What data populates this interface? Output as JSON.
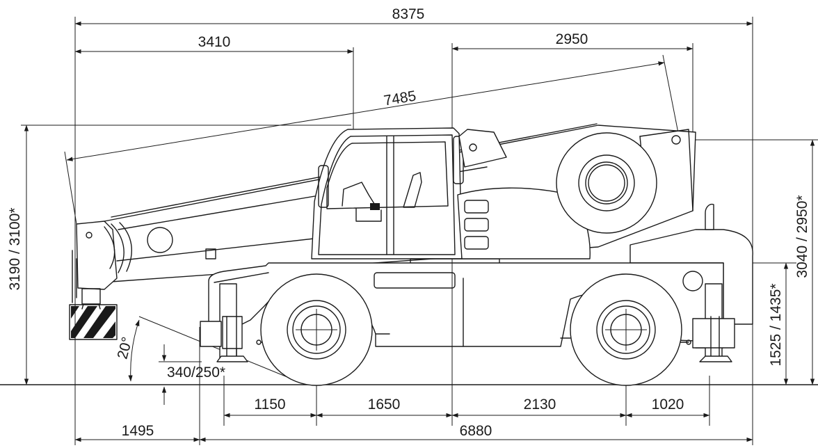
{
  "dimensions": {
    "overall_length": "8375",
    "front_to_boom_pivot": "3410",
    "rear_section": "2950",
    "boom_length": "7485",
    "height_boom": "3190 / 3100*",
    "height_head": "3040 / 2950*",
    "axle_height": "1525 / 1435*",
    "ground_clearance": "340/250*",
    "approach_angle": "20°",
    "outrigger_front_axle": "1150",
    "front_axle_to_center": "1650",
    "center_to_rear_axle": "2130",
    "rear_axle_outrigger": "1020",
    "front_overhang": "1495",
    "chassis_length": "6880"
  }
}
